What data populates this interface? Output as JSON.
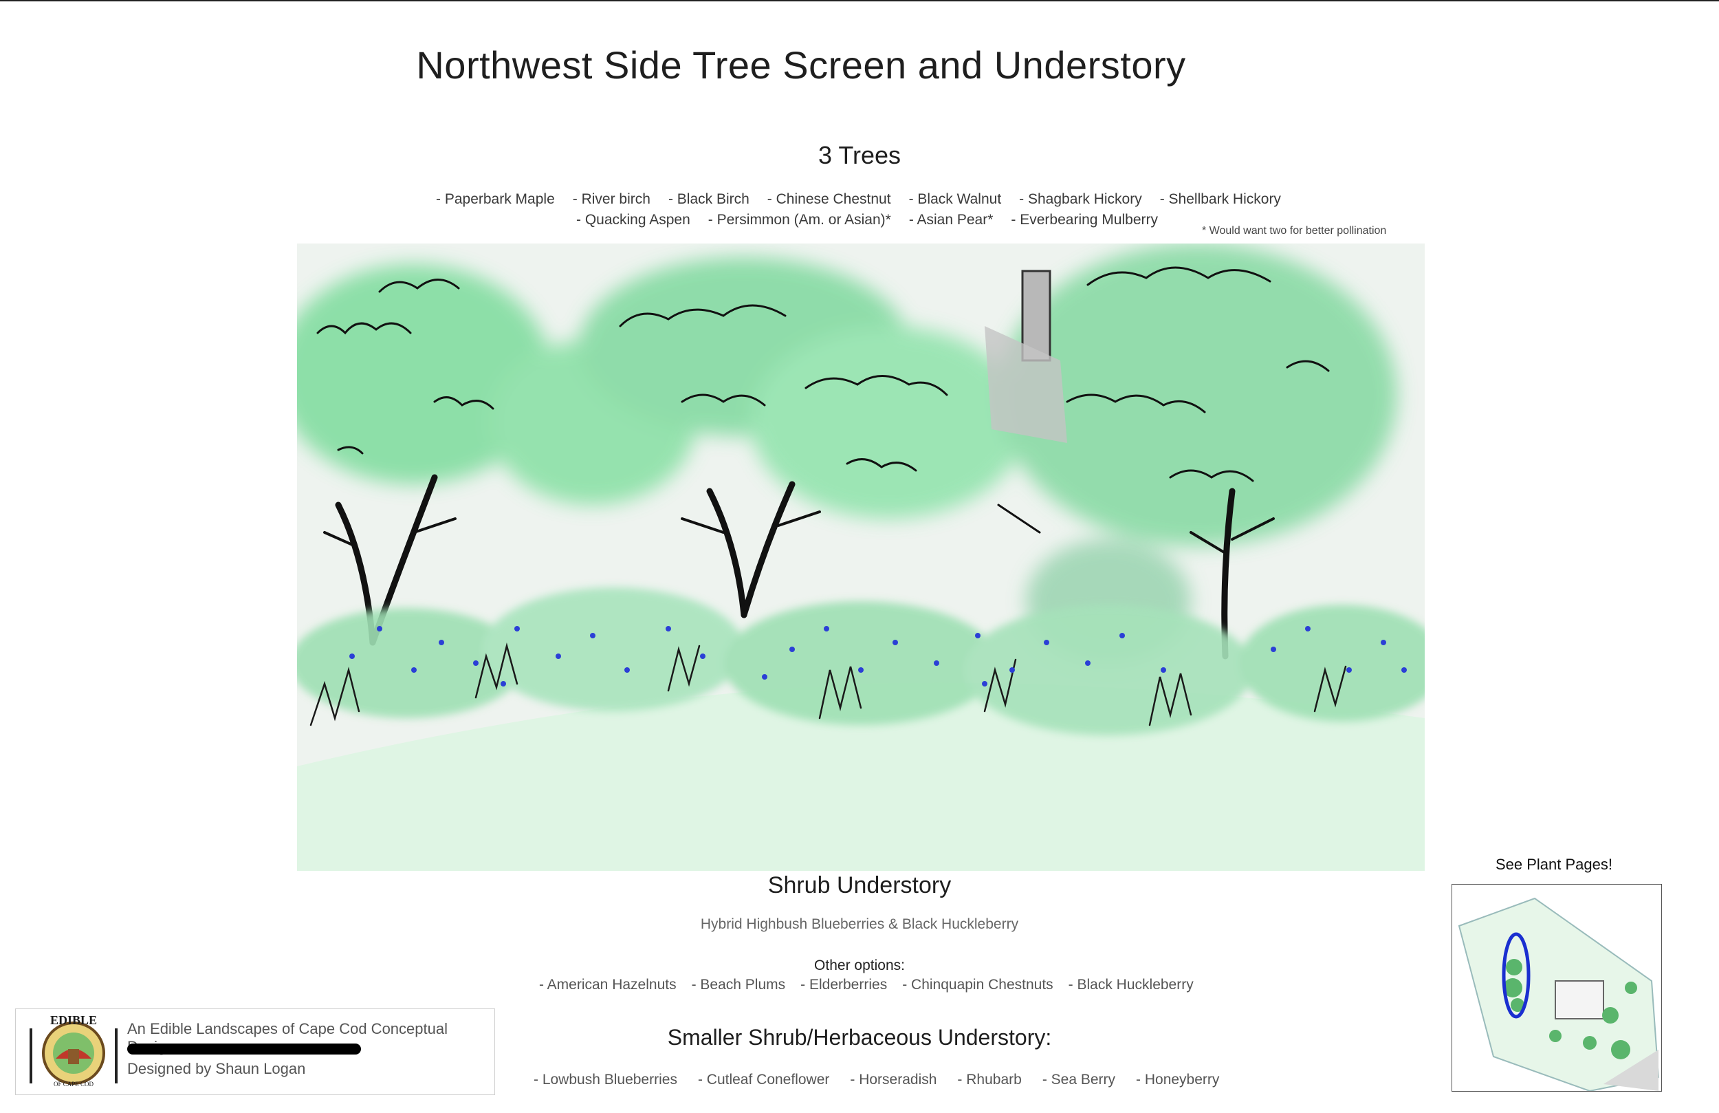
{
  "title": "Northwest Side Tree Screen and Understory",
  "trees": {
    "heading": "3 Trees",
    "row1": [
      "- Paperbark Maple",
      "- River birch",
      "- Black Birch",
      "- Chinese Chestnut",
      "- Black Walnut",
      "- Shagbark Hickory",
      "- Shellbark Hickory"
    ],
    "row2": [
      "- Quacking Aspen",
      "- Persimmon (Am. or Asian)*",
      "- Asian Pear*",
      "- Everbearing Mulberry"
    ],
    "footnote": "* Would want two for better pollination"
  },
  "shrubs": {
    "heading": "Shrub Understory",
    "primary": "Hybrid Highbush Blueberries & Black Huckleberry",
    "other_label": "Other options:",
    "other": [
      "- American Hazelnuts",
      "- Beach Plums",
      "- Elderberries",
      "- Chinquapin Chestnuts",
      "- Black Huckleberry"
    ]
  },
  "small": {
    "heading": "Smaller Shrub/Herbaceous Understory:",
    "items": [
      "- Lowbush Blueberries",
      "- Cutleaf Coneflower",
      "- Horseradish",
      "- Rhubarb",
      "- Sea Berry",
      "- Honeyberry"
    ]
  },
  "credit": {
    "line1": "An Edible Landscapes of Cape Cod Conceptual Design",
    "line2": "Designed by Shaun Logan",
    "logo_text": "EDIBLE LANDSCAPES OF CAPE COD"
  },
  "plan": {
    "label": "See Plant Pages!"
  },
  "colors": {
    "foliage": "#7fd9a0",
    "blueberry": "#2b3fd6",
    "highlight": "#1a2fd0"
  }
}
